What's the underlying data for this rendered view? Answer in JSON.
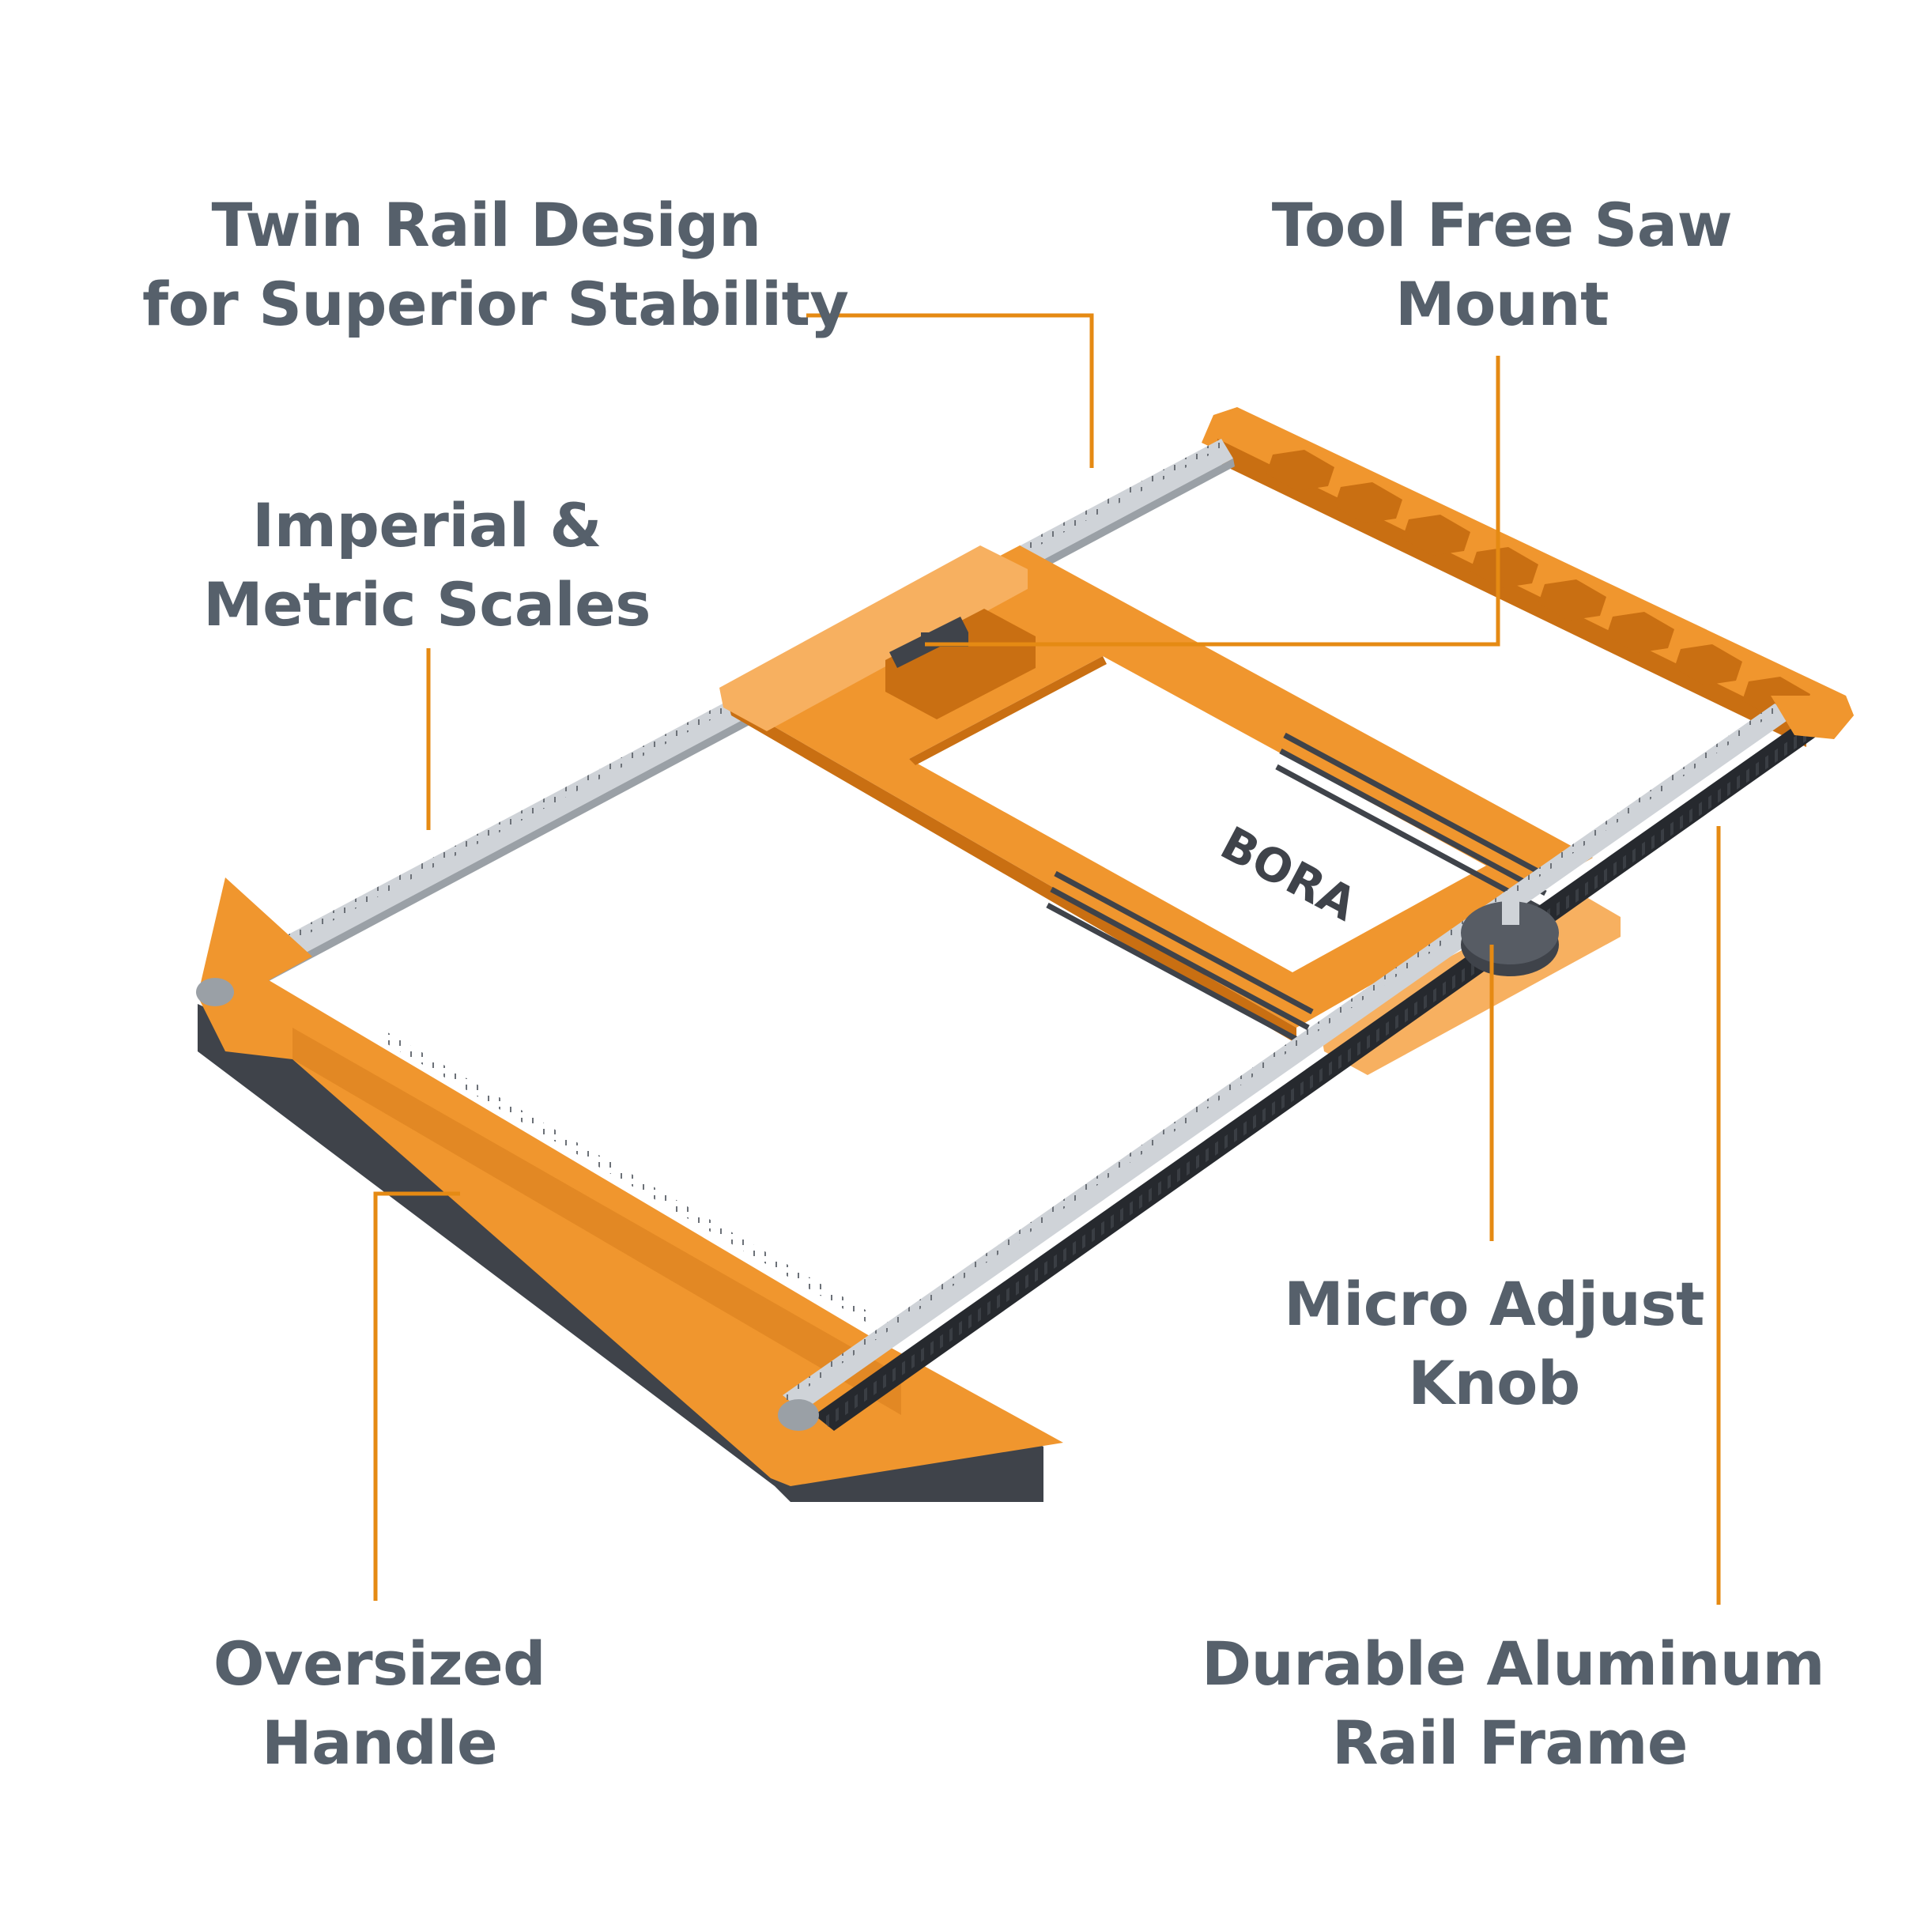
{
  "colors": {
    "label_text": "#56606b",
    "leader_line": "#e58a13",
    "frame_orange": "#f0962e",
    "frame_orange_dark": "#c96f12",
    "frame_orange_light": "#f7b060",
    "base_dark": "#3f434a",
    "rail_silver": "#cfd3d8",
    "rail_silver_dark": "#9aa0a6",
    "track_black": "#26292e"
  },
  "brand": {
    "logo_text": "BORA"
  },
  "callouts": {
    "twin_rail": {
      "line1": "Twin Rail Design",
      "line2": "for Superior Stability"
    },
    "tool_free": {
      "line1": "Tool Free Saw",
      "line2": "Mount"
    },
    "scales": {
      "line1": "Imperial &",
      "line2": "Metric Scales"
    },
    "micro": {
      "line1": "Micro Adjust",
      "line2": "Knob"
    },
    "handle": {
      "line1": "Oversized",
      "line2": "Handle"
    },
    "rail": {
      "line1": "Durable Aluminum",
      "line2": "Rail Frame"
    }
  }
}
